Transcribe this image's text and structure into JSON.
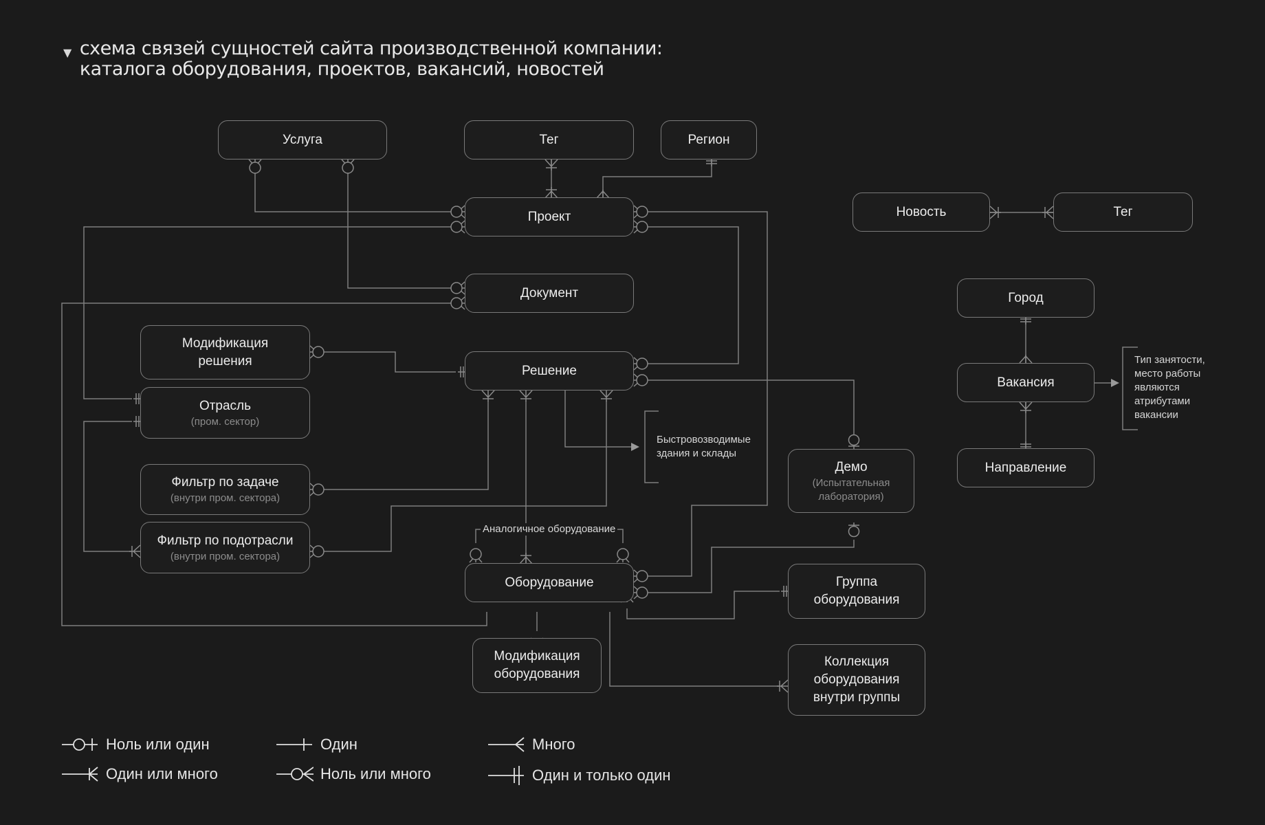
{
  "title": {
    "line1": "схема связей сущностей сайта производственной компании:",
    "line2": "каталога оборудования, проектов, вакансий, новостей"
  },
  "entities": {
    "service": "Услуга",
    "tag_project": "Тег",
    "region": "Регион",
    "project": "Проект",
    "document": "Документ",
    "solution_mod": "Модификация решения",
    "solution": "Решение",
    "industry": "Отрасль",
    "industry_sub": "(пром. сектор)",
    "task_filter": "Фильтр по задаче",
    "task_filter_sub": "(внутри пром. сектора)",
    "subindustry_filter": "Фильтр по подотрасли",
    "subindustry_filter_sub": "(внутри пром. сектора)",
    "demo": "Демо",
    "demo_sub": "(Испытательная лаборатория)",
    "equipment": "Оборудование",
    "equipment_mod": "Модификация оборудования",
    "equipment_group": "Группа оборудования",
    "equipment_collection": "Коллекция оборудования внутри группы",
    "news": "Новость",
    "tag_news": "Тег",
    "city": "Город",
    "vacancy": "Вакансия",
    "direction": "Направление"
  },
  "notes": {
    "quick_buildings": "Быстровозводимые здания и склады",
    "vacancy_attrs": "Тип занятости, место работы являются атрибутами вакансии",
    "similar_equipment": "Аналогичное оборудование"
  },
  "legend": [
    {
      "icon": "zero-or-one-icon",
      "label": "Ноль или один"
    },
    {
      "icon": "one-icon",
      "label": "Один"
    },
    {
      "icon": "many-icon",
      "label": "Много"
    },
    {
      "icon": "one-or-many-icon",
      "label": "Один или много"
    },
    {
      "icon": "zero-or-many-icon",
      "label": "Ноль или много"
    },
    {
      "icon": "one-and-only-one-icon",
      "label": "Один и только один"
    }
  ],
  "colors": {
    "background": "#1b1b1b",
    "box_border": "#7a7a7a",
    "line": "#7e7e7e",
    "text": "#e6e6e6",
    "subtext": "#8c8c8c"
  }
}
